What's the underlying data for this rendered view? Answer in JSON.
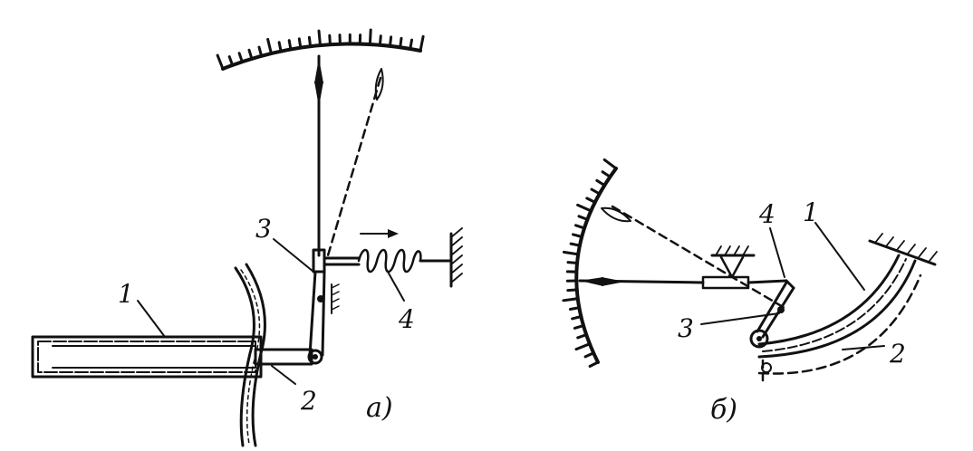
{
  "diagram_a": {
    "caption": "а)",
    "labels": {
      "bourdon_tube": "1",
      "rod": "2",
      "lever": "3",
      "spring": "4"
    }
  },
  "diagram_b": {
    "caption": "б)",
    "labels": {
      "tube": "1",
      "rod": "2",
      "link": "3",
      "lever": "4"
    }
  },
  "colors": {
    "ink": "#111111",
    "paper": "#ffffff"
  }
}
